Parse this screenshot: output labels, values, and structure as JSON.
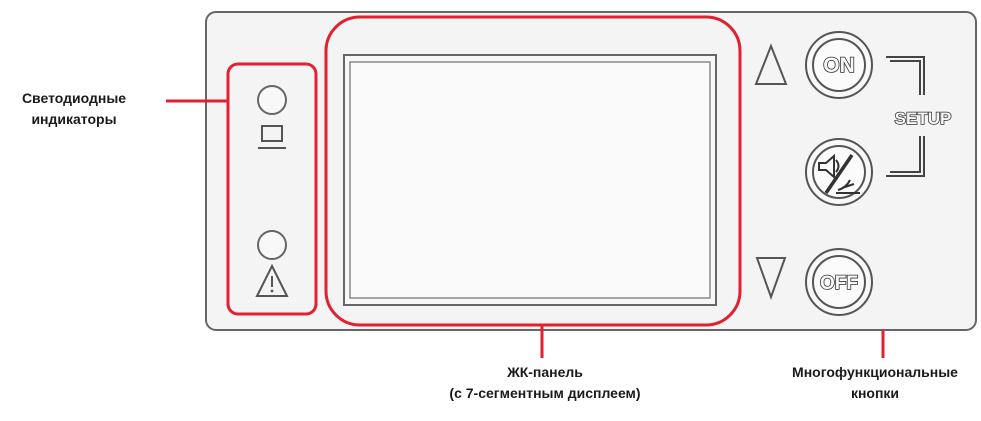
{
  "callouts": {
    "leds": {
      "line1": "Светодиодные",
      "line2": "индикаторы"
    },
    "lcd": {
      "line1": "ЖК-панель",
      "line2": "(с 7-сегментным дисплеем)"
    },
    "buttons": {
      "line1": "Многофункциональные",
      "line2": "кнопки"
    }
  },
  "buttons": {
    "on": "ON",
    "off": "OFF",
    "setup": "SETUP"
  },
  "icons": {
    "led_top": "computer-icon",
    "led_bottom": "warning-icon",
    "middle_button": "mute-speaker-icon",
    "up_arrow": "triangle-up-icon",
    "down_arrow": "triangle-down-icon"
  },
  "colors": {
    "callout_red": "#e32030",
    "panel_border": "#666666",
    "panel_fill": "#f4f4f4"
  }
}
